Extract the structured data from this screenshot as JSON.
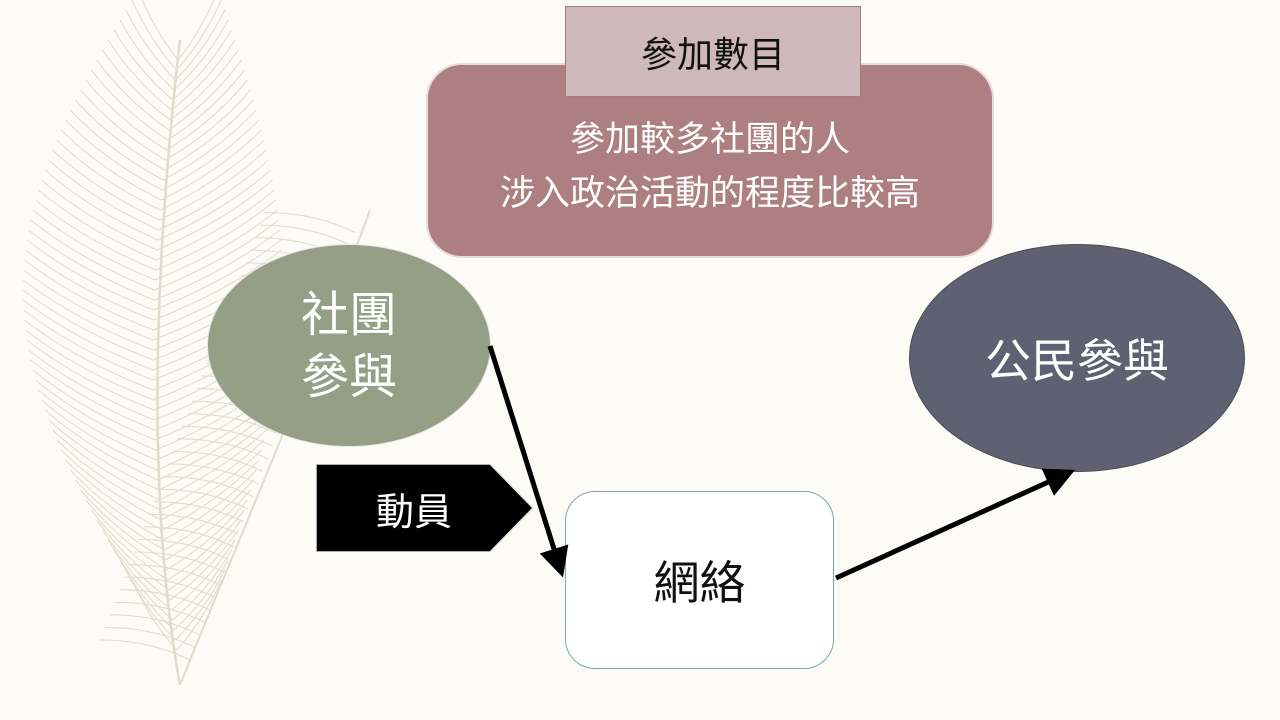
{
  "slide": {
    "count_label": "參加數目",
    "summary_lines": [
      "參加較多社團的人",
      "涉入政治活動的程度比較高"
    ],
    "association_participation": [
      "社團",
      "參與"
    ],
    "civic_participation": "公民參與",
    "mobilization": "動員",
    "network": "網絡"
  },
  "colors": {
    "background": "#fcfbf6",
    "summary_box": "#ad7f80",
    "count_label": "#cfb8ba",
    "association_ellipse": "#949f85",
    "civic_ellipse": "#5f6172",
    "mobilization_arrow": "#000000",
    "network_border": "#7aa9a9"
  }
}
